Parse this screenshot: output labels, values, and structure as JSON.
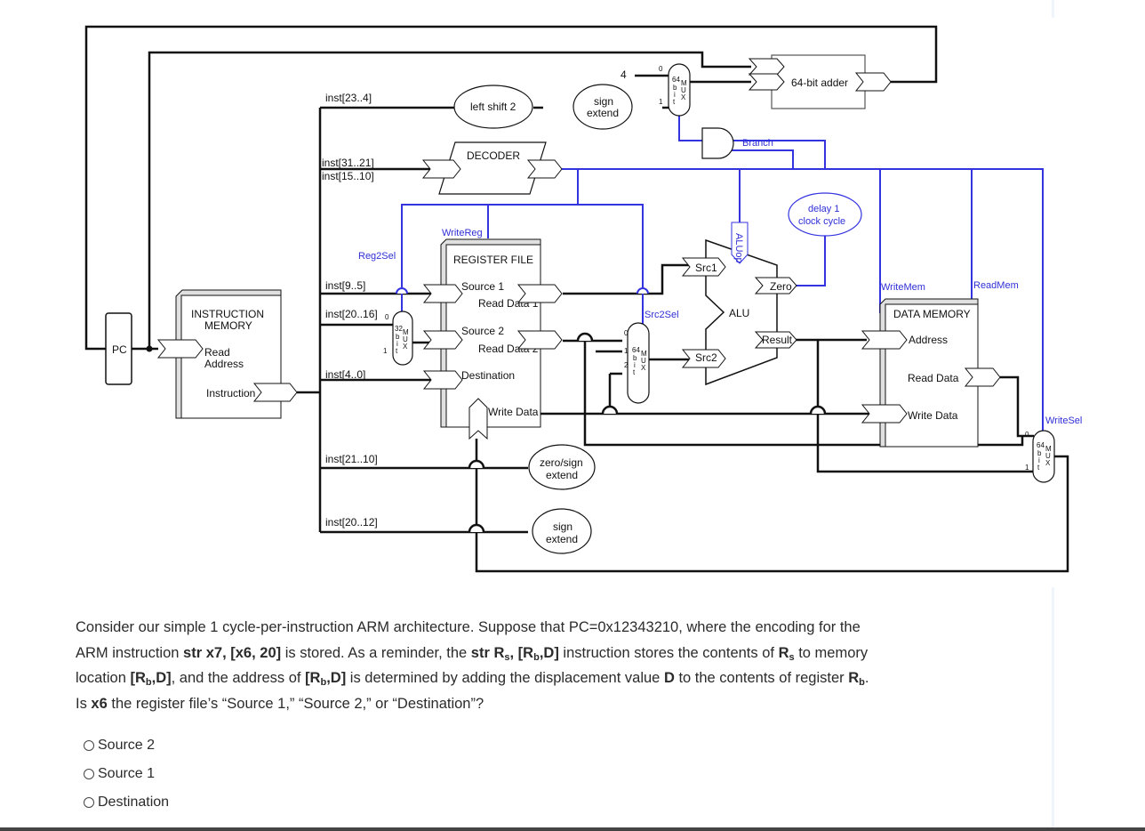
{
  "diagram": {
    "pc": "PC",
    "instruction_memory": {
      "title1": "INSTRUCTION",
      "title2": "MEMORY",
      "read1": "Read",
      "read2": "Address",
      "instruction": "Instruction"
    },
    "fields": {
      "f23_4": "inst[23..4]",
      "f31_21": "inst[31..21]",
      "f15_10": "inst[15..10]",
      "f9_5": "inst[9..5]",
      "f20_16": "inst[20..16]",
      "f4_0": "inst[4..0]",
      "f21_10": "inst[21..10]",
      "f20_12": "inst[20..12]"
    },
    "blocks": {
      "left_shift": "left shift 2",
      "sign_extend1a": "sign",
      "sign_extend1b": "extend",
      "decoder": "DECODER",
      "adder": "64-bit adder",
      "four": "4",
      "zero_sign_a": "zero/sign",
      "zero_sign_b": "extend",
      "sign_extend2a": "sign",
      "sign_extend2b": "extend",
      "delay_a": "delay 1",
      "delay_b": "clock cycle"
    },
    "register_file": {
      "title": "REGISTER FILE",
      "source1": "Source 1",
      "read_data1": "Read Data 1",
      "source2": "Source 2",
      "read_data2": "Read Data 2",
      "destination": "Destination",
      "write_data": "Write Data"
    },
    "alu": {
      "label": "ALU",
      "src1": "Src1",
      "src2": "Src2",
      "zero": "Zero",
      "result": "Result"
    },
    "data_memory": {
      "title": "DATA MEMORY",
      "address": "Address",
      "read_data": "Read Data",
      "write_data": "Write Data"
    },
    "signals": {
      "write_reg": "WriteReg",
      "reg2sel": "Reg2Sel",
      "src2sel": "Src2Sel",
      "aluop": "ALUop",
      "branch": "Branch",
      "write_mem": "WriteMem",
      "read_mem": "ReadMem",
      "write_sel": "WriteSel"
    },
    "mux": {
      "m64": "64",
      "m32": "32",
      "letter_b": "b",
      "letter_i": "i",
      "letter_t": "t",
      "letter_m": "M",
      "letter_u": "U",
      "letter_x": "X",
      "zero": "0",
      "one": "1",
      "two": "2"
    }
  },
  "question": {
    "line1": "Consider our simple 1 cycle-per-instruction ARM architecture. Suppose that PC=0x12343210, where the encoding for the",
    "l2a": "ARM instruction ",
    "l2b": "str x7, [x6, 20]",
    "l2c": " is stored. As a reminder, the ",
    "l2d": "str R",
    "l2e": "s",
    "l2f": ", [R",
    "l2g": "b",
    "l2h": ",D]",
    "l2i": " instruction stores the contents of ",
    "l2j": "R",
    "l2k": "s",
    "l2l": " to memory",
    "l3a": "location ",
    "l3b": "[R",
    "l3c": "b",
    "l3d": ",D]",
    "l3e": ", and the address of ",
    "l3f": "[R",
    "l3g": "b",
    "l3h": ",D]",
    "l3i": " is determined by adding the displacement value ",
    "l3j": "D",
    "l3k": " to the contents of register ",
    "l3l": "R",
    "l3m": "b",
    "l3n": ".",
    "l4a": "Is ",
    "l4b": "x6",
    "l4c": " the register file’s “Source 1,” “Source 2,” or “Destination”?"
  },
  "options": [
    "Source 2",
    "Source 1",
    "Destination"
  ]
}
